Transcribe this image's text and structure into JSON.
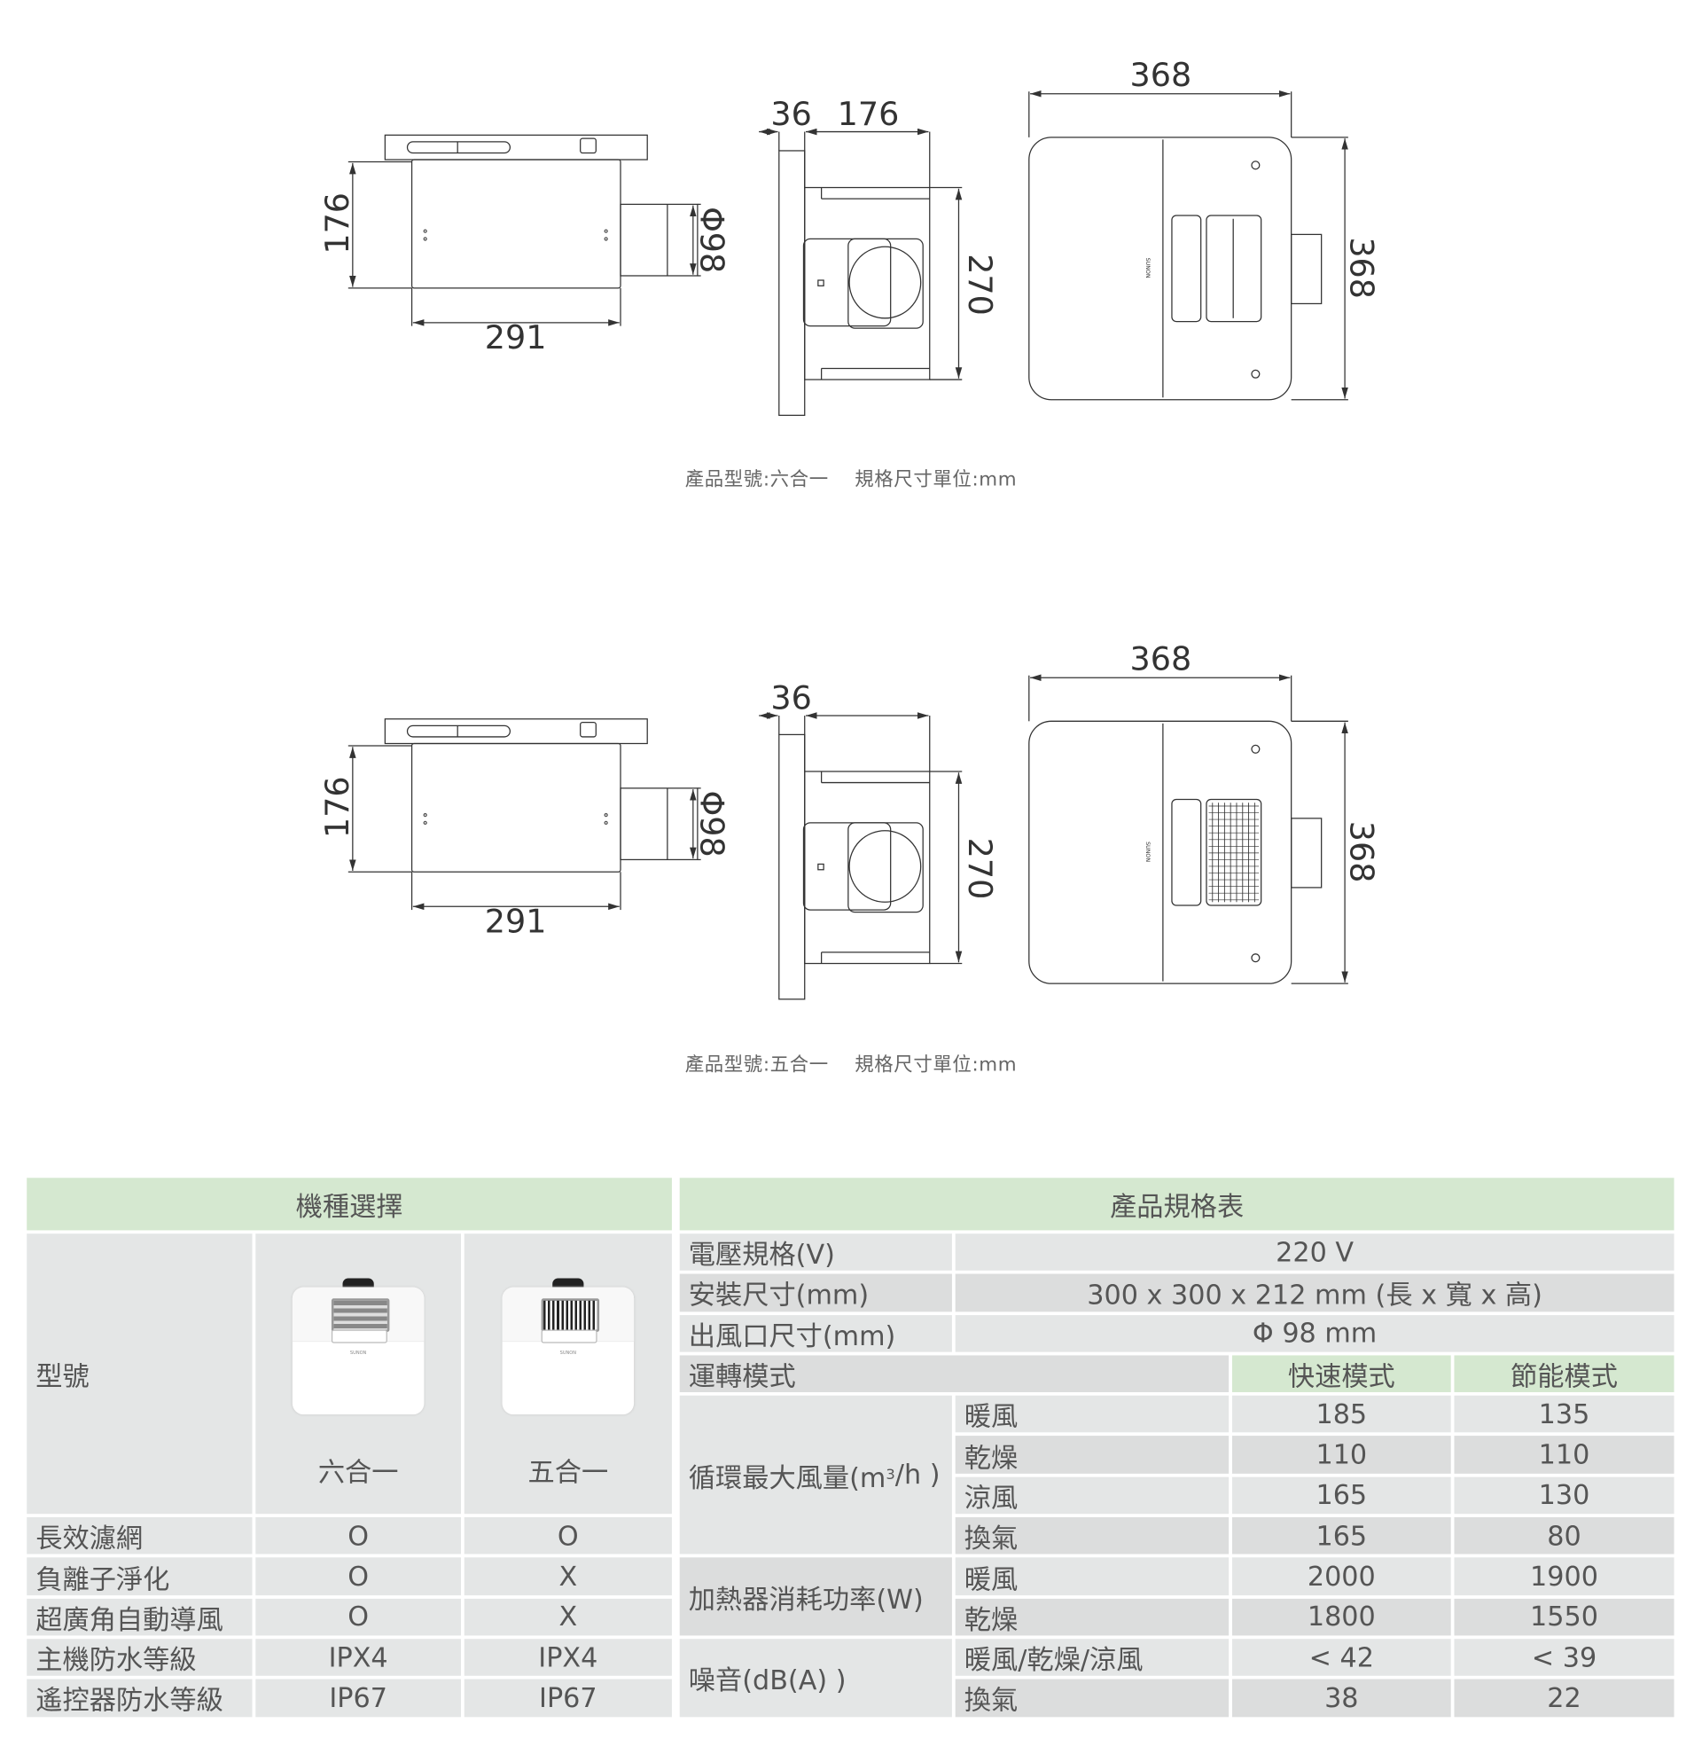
{
  "drawings": [
    {
      "side": {
        "height": "176",
        "width": "291",
        "duct": "Φ98"
      },
      "front": {
        "plate": "36",
        "depth": "176",
        "height": "270"
      },
      "bottom": {
        "width": "368",
        "height": "368",
        "logo": "SUNON"
      },
      "caption": "產品型號:六合一　 規格尺寸單位:mm"
    },
    {
      "side": {
        "height": "176",
        "width": "291",
        "duct": "Φ98"
      },
      "front": {
        "plate": "36",
        "height": "270"
      },
      "bottom": {
        "width": "368",
        "height": "368",
        "logo": "SUNON"
      },
      "caption": "產品型號:五合一　 規格尺寸單位:mm"
    }
  ],
  "model_table": {
    "title": "機種選擇",
    "model_label": "型號",
    "models": [
      {
        "name": "六合一",
        "logo": "SUNON"
      },
      {
        "name": "五合一",
        "logo": "SUNON"
      }
    ],
    "rows": [
      {
        "feature": "長效濾網",
        "values": [
          "O",
          "O"
        ]
      },
      {
        "feature": "負離子淨化",
        "values": [
          "O",
          "X"
        ]
      },
      {
        "feature": "超廣角自動導風",
        "values": [
          "O",
          "X"
        ]
      },
      {
        "feature": "主機防水等級",
        "values": [
          "IPX4",
          "IPX4"
        ]
      },
      {
        "feature": "遙控器防水等級",
        "values": [
          "IP67",
          "IP67"
        ]
      }
    ]
  },
  "spec_table": {
    "title": "產品規格表",
    "voltage": {
      "label": "電壓規格(V)",
      "value": "220 V"
    },
    "install": {
      "label": "安裝尺寸(mm)",
      "value": "300 x 300 x 212 mm (長 x 寬 x 高)"
    },
    "outlet": {
      "label": "出風口尺寸(mm)",
      "value": "Φ 98 mm"
    },
    "mode": {
      "label": "運轉模式",
      "fast": "快速模式",
      "eco": "節能模式"
    },
    "airflow": {
      "label": "循環最大風量(m",
      "sup": "3",
      "label_end": "/h )",
      "rows": [
        {
          "name": "暖風",
          "fast": "185",
          "eco": "135"
        },
        {
          "name": "乾燥",
          "fast": "110",
          "eco": "110"
        },
        {
          "name": "涼風",
          "fast": "165",
          "eco": "130"
        },
        {
          "name": "換氣",
          "fast": "165",
          "eco": "80"
        }
      ]
    },
    "heater": {
      "label": "加熱器消耗功率(W)",
      "rows": [
        {
          "name": "暖風",
          "fast": "2000",
          "eco": "1900"
        },
        {
          "name": "乾燥",
          "fast": "1800",
          "eco": "1550"
        }
      ]
    },
    "noise": {
      "label": "噪音(dB(A) )",
      "rows": [
        {
          "name": "暖風/乾燥/涼風",
          "fast": "< 42",
          "eco": "< 39"
        },
        {
          "name": "換氣",
          "fast": "38",
          "eco": "22"
        }
      ]
    }
  }
}
